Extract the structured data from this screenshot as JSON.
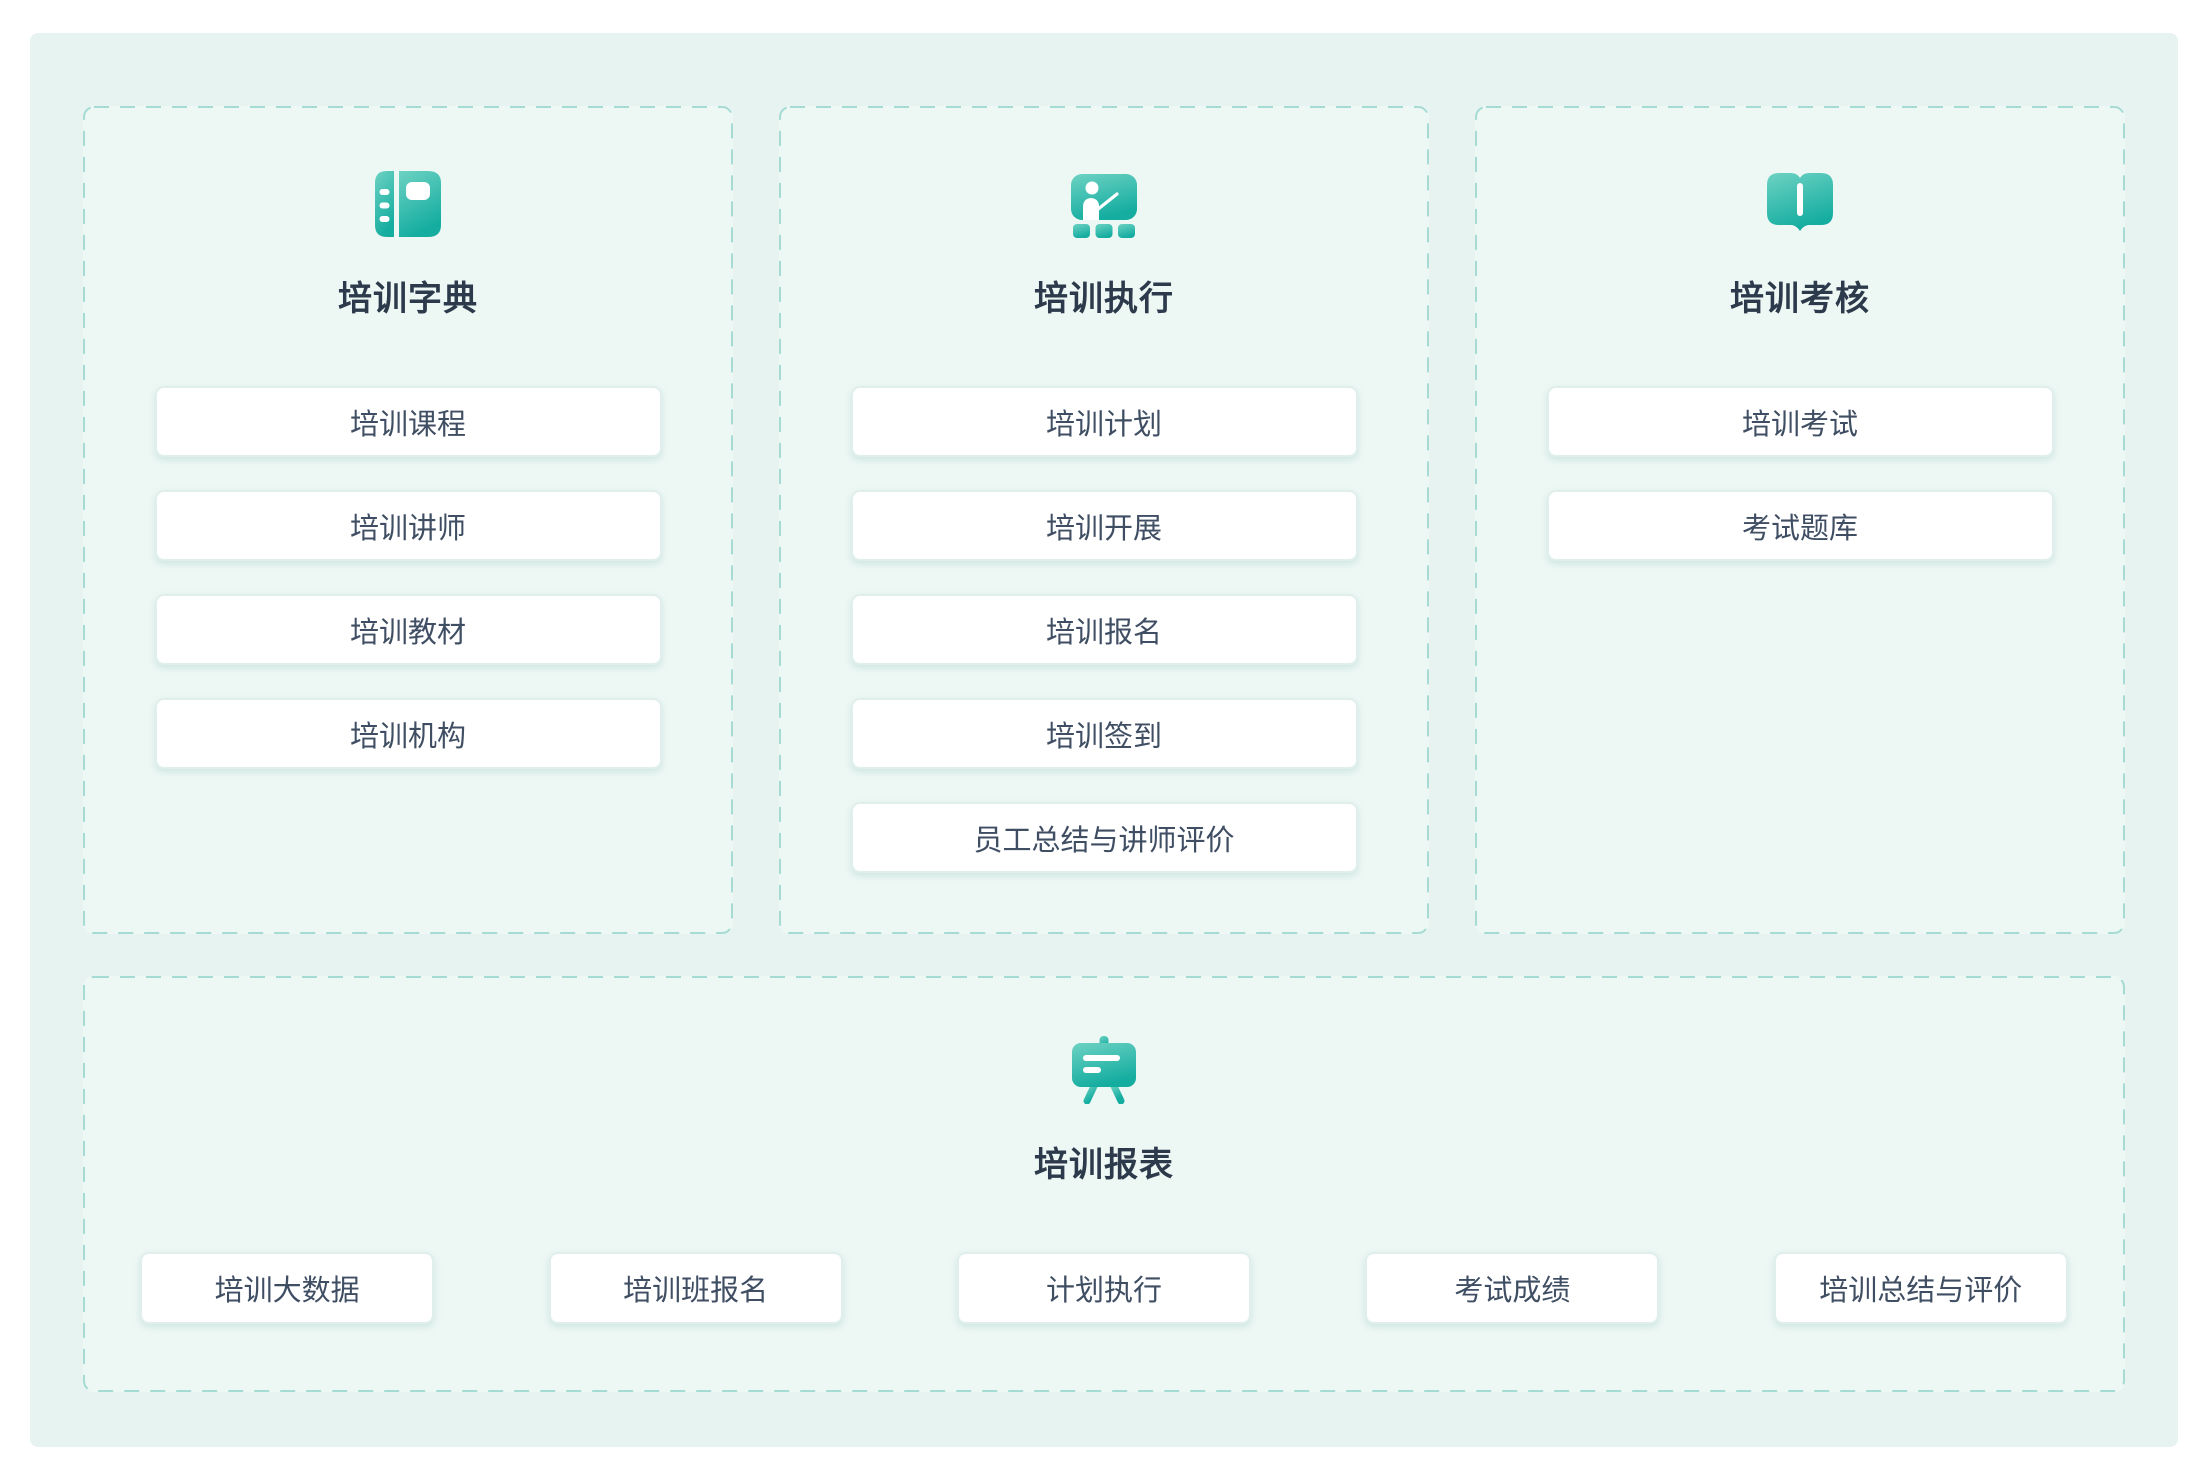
{
  "colors": {
    "teal-light": "#6dd2c3",
    "teal-dark": "#14ada0",
    "dash-border": "#a5dbd3",
    "canvas-bg": "#e7f3f0",
    "panel-bg": "#edf7f4",
    "title-text": "#2c3a4b",
    "button-text": "#3f4e63",
    "button-bg": "#ffffff",
    "button-border": "#e0efec"
  },
  "sections": [
    {
      "title": "培训字典",
      "icon": "dictionary-icon",
      "items": [
        "培训课程",
        "培训讲师",
        "培训教材",
        "培训机构"
      ]
    },
    {
      "title": "培训执行",
      "icon": "classroom-icon",
      "items": [
        "培训计划",
        "培训开展",
        "培训报名",
        "培训签到",
        "员工总结与讲师评价"
      ]
    },
    {
      "title": "培训考核",
      "icon": "open-book-icon",
      "items": [
        "培训考试",
        "考试题库"
      ]
    },
    {
      "title": "培训报表",
      "icon": "presentation-board-icon",
      "items": [
        "培训大数据",
        "培训班报名",
        "计划执行",
        "考试成绩",
        "培训总结与评价"
      ]
    }
  ]
}
